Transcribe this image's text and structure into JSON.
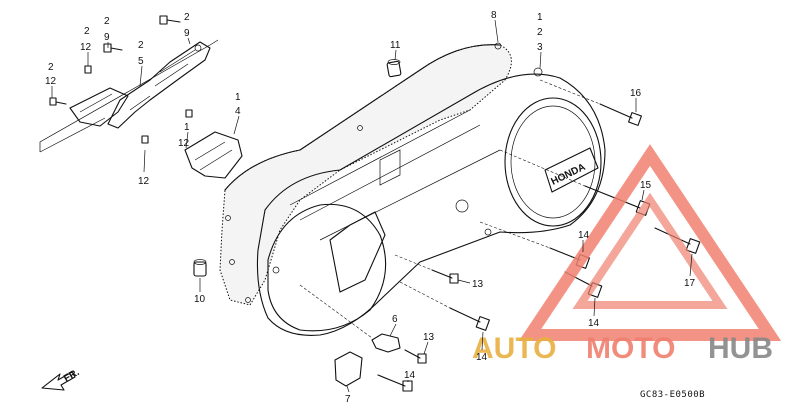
{
  "diagram": {
    "callouts": [
      {
        "id": "c-2-top-a",
        "text": "2"
      },
      {
        "id": "c-12-top-a",
        "text": "12"
      },
      {
        "id": "c-2-top-b",
        "text": "2"
      },
      {
        "id": "c-9-top-b",
        "text": "9"
      },
      {
        "id": "c-2-top-c",
        "text": "2"
      },
      {
        "id": "c-9-top-c",
        "text": "9"
      },
      {
        "id": "c-2-left",
        "text": "2"
      },
      {
        "id": "c-12-left",
        "text": "12"
      },
      {
        "id": "c-2-mid",
        "text": "2"
      },
      {
        "id": "c-5-mid",
        "text": "5"
      },
      {
        "id": "c-1-right",
        "text": "1"
      },
      {
        "id": "c-4-right",
        "text": "4"
      },
      {
        "id": "c-1-small",
        "text": "1"
      },
      {
        "id": "c-12-small",
        "text": "12"
      },
      {
        "id": "c-12-bottom",
        "text": "12"
      },
      {
        "id": "c-11",
        "text": "11"
      },
      {
        "id": "c-8",
        "text": "8"
      },
      {
        "id": "c-1-main",
        "text": "1"
      },
      {
        "id": "c-2-main",
        "text": "2"
      },
      {
        "id": "c-3-main",
        "text": "3"
      },
      {
        "id": "c-16",
        "text": "16"
      },
      {
        "id": "c-15",
        "text": "15"
      },
      {
        "id": "c-14-a",
        "text": "14"
      },
      {
        "id": "c-17",
        "text": "17"
      },
      {
        "id": "c-13-a",
        "text": "13"
      },
      {
        "id": "c-14-b",
        "text": "14"
      },
      {
        "id": "c-10",
        "text": "10"
      },
      {
        "id": "c-6",
        "text": "6"
      },
      {
        "id": "c-13-b",
        "text": "13"
      },
      {
        "id": "c-14-c",
        "text": "14"
      },
      {
        "id": "c-14-d",
        "text": "14"
      },
      {
        "id": "c-7",
        "text": "7"
      }
    ],
    "direction_label": "FR.",
    "part_code": "GC83-E0500B",
    "cover_logo": "HONDA",
    "watermark": {
      "word_1": "AUTO",
      "word_2": "MOTO",
      "word_3": "HUB",
      "color_primary": "#f08070",
      "color_secondary": "#e8b040",
      "color_dark": "#888888"
    }
  }
}
